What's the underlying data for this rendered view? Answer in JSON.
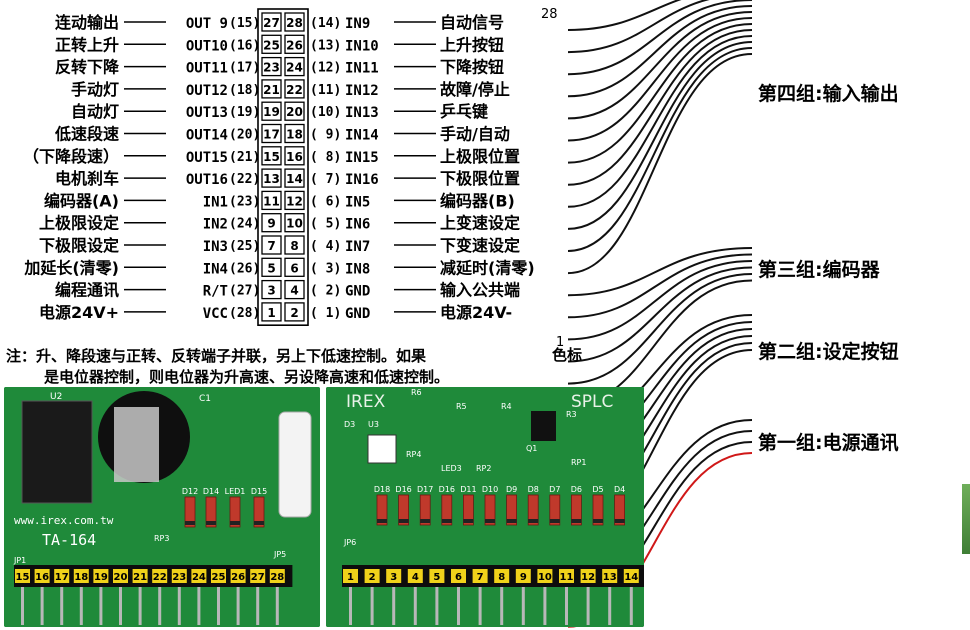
{
  "left_labels": [
    "连动输出",
    "正转上升",
    "反转下降",
    "手动灯",
    "自动灯",
    "低速段速",
    "（下降段速）",
    "电机刹车",
    "编码器(A)",
    "上极限设定",
    "下极限设定",
    "加延长(清零)",
    "编程通讯",
    "电源24V+"
  ],
  "left_signals": [
    "OUT 9",
    "OUT10",
    "OUT11",
    "OUT12",
    "OUT13",
    "OUT14",
    "OUT15",
    "OUT16",
    "IN1",
    "IN2",
    "IN3",
    "IN4",
    "R/T",
    "VCC"
  ],
  "left_index": [
    "(15)",
    "(16)",
    "(17)",
    "(18)",
    "(19)",
    "(20)",
    "(21)",
    "(22)",
    "(23)",
    "(24)",
    "(25)",
    "(26)",
    "(27)",
    "(28)"
  ],
  "pin_left": [
    "27",
    "25",
    "23",
    "21",
    "19",
    "17",
    "15",
    "13",
    "11",
    "9",
    "7",
    "5",
    "3",
    "1"
  ],
  "pin_right": [
    "28",
    "26",
    "24",
    "22",
    "20",
    "18",
    "16",
    "14",
    "12",
    "10",
    "8",
    "6",
    "4",
    "2"
  ],
  "right_index": [
    "(14)",
    "(13)",
    "(12)",
    "(11)",
    "(10)",
    "( 9)",
    "( 8)",
    "( 7)",
    "( 6)",
    "( 5)",
    "( 4)",
    "( 3)",
    "( 2)",
    "( 1)"
  ],
  "right_signals": [
    "IN9",
    "IN10",
    "IN11",
    "IN12",
    "IN13",
    "IN14",
    "IN15",
    "IN16",
    "IN5",
    "IN6",
    "IN7",
    "IN8",
    "GND",
    "GND"
  ],
  "right_labels": [
    "自动信号",
    "上升按钮",
    "下降按钮",
    "故障/停止",
    "乒乓键",
    "手动/自动",
    "上极限位置",
    "下极限位置",
    "编码器(B)",
    "上变速设定",
    "下变速设定",
    "减延时(清零)",
    "输入公共端",
    "电源24V-"
  ],
  "note_lines": [
    "注：升、降段速与正转、反转端子并联，另上下低速控制。如果",
    "是电位器控制，则电位器为升高速、另设降高速和低速控制。"
  ],
  "cable": {
    "top_number": "28",
    "bottom_number": "1",
    "color_mark_label": "色标",
    "groups": [
      "第四组:输入输出",
      "第三组:编码器",
      "第二组:设定按钮",
      "第一组:电源通讯"
    ],
    "wire_color": "#111111",
    "marker_color": "#d01818"
  },
  "board_left": {
    "url": "www.irex.com.tw",
    "model": "TA-164",
    "jp_left": "JP1",
    "jp_right": "JP5",
    "header_pins": [
      "15",
      "16",
      "17",
      "18",
      "19",
      "20",
      "21",
      "22",
      "23",
      "24",
      "25",
      "26",
      "27",
      "28"
    ],
    "diodes": [
      "D12",
      "D14",
      "LED1",
      "D15"
    ],
    "parts": [
      "U2",
      "C1",
      "RP3"
    ]
  },
  "board_right": {
    "brand": "IREX",
    "name": "SPLC",
    "jp": "JP6",
    "header_pins": [
      "1",
      "2",
      "3",
      "4",
      "5",
      "6",
      "7",
      "8",
      "9",
      "10",
      "11",
      "12",
      "13",
      "14"
    ],
    "diodes": [
      "D18",
      "D16",
      "D17",
      "D16",
      "D11",
      "D10",
      "D9",
      "D8",
      "D7",
      "D6",
      "D5",
      "D4"
    ],
    "parts": [
      "D3",
      "U3",
      "R6",
      "R5",
      "R4",
      "R3",
      "RP4",
      "LED3",
      "RP2",
      "Q1",
      "RP1"
    ]
  },
  "colors": {
    "board_green": "#1f8a3a",
    "pin_yellow": "#f0d21a",
    "diode_red": "#c0392b"
  }
}
